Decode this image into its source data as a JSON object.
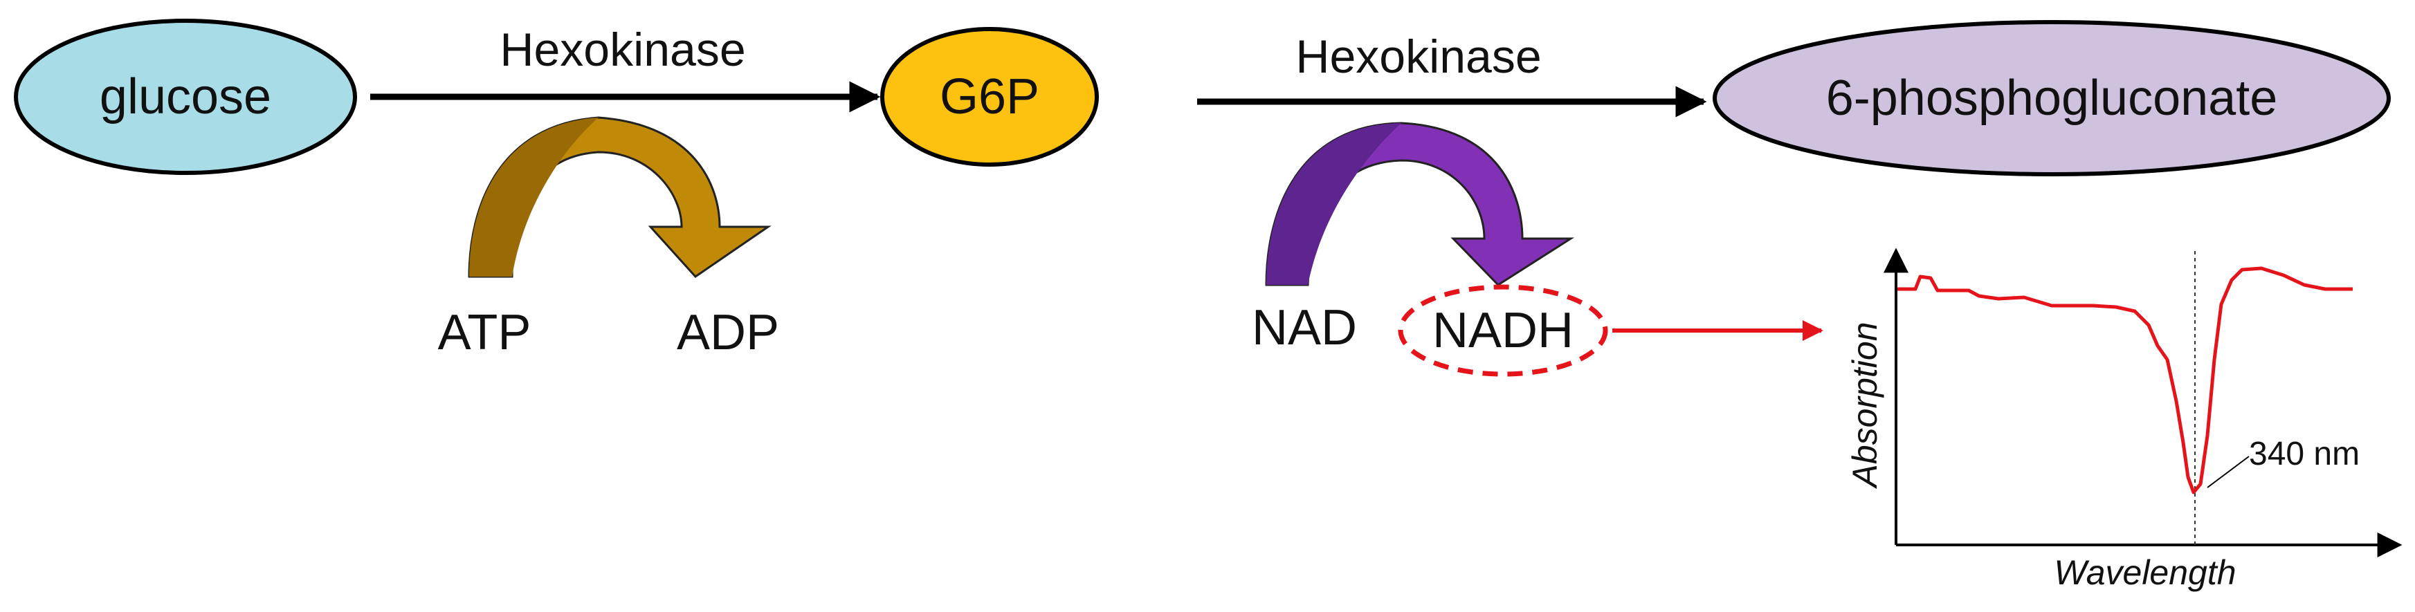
{
  "nodes": {
    "glucose": {
      "label": "glucose",
      "fill": "#A8DCE6"
    },
    "g6p": {
      "label": "G6P",
      "fill": "#FDC10F"
    },
    "product": {
      "label": "6-phosphogluconate",
      "fill": "#CFC2DE"
    }
  },
  "enzymes": {
    "step1": "Hexokinase",
    "step2": "Hexokinase"
  },
  "cofactors": {
    "atp": "ATP",
    "adp": "ADP",
    "nad": "NAD",
    "nadh": "NADH"
  },
  "colors": {
    "arrow": "#000000",
    "atp_arc_dark": "#9A6B05",
    "atp_arc_light": "#D09107",
    "nad_arc_dark": "#5E2590",
    "nad_arc_light": "#8230B5",
    "highlight": "#E5141B"
  },
  "spectrum": {
    "xlabel": "Wavelength",
    "ylabel": "Absorption",
    "peak_label": "340 nm"
  }
}
